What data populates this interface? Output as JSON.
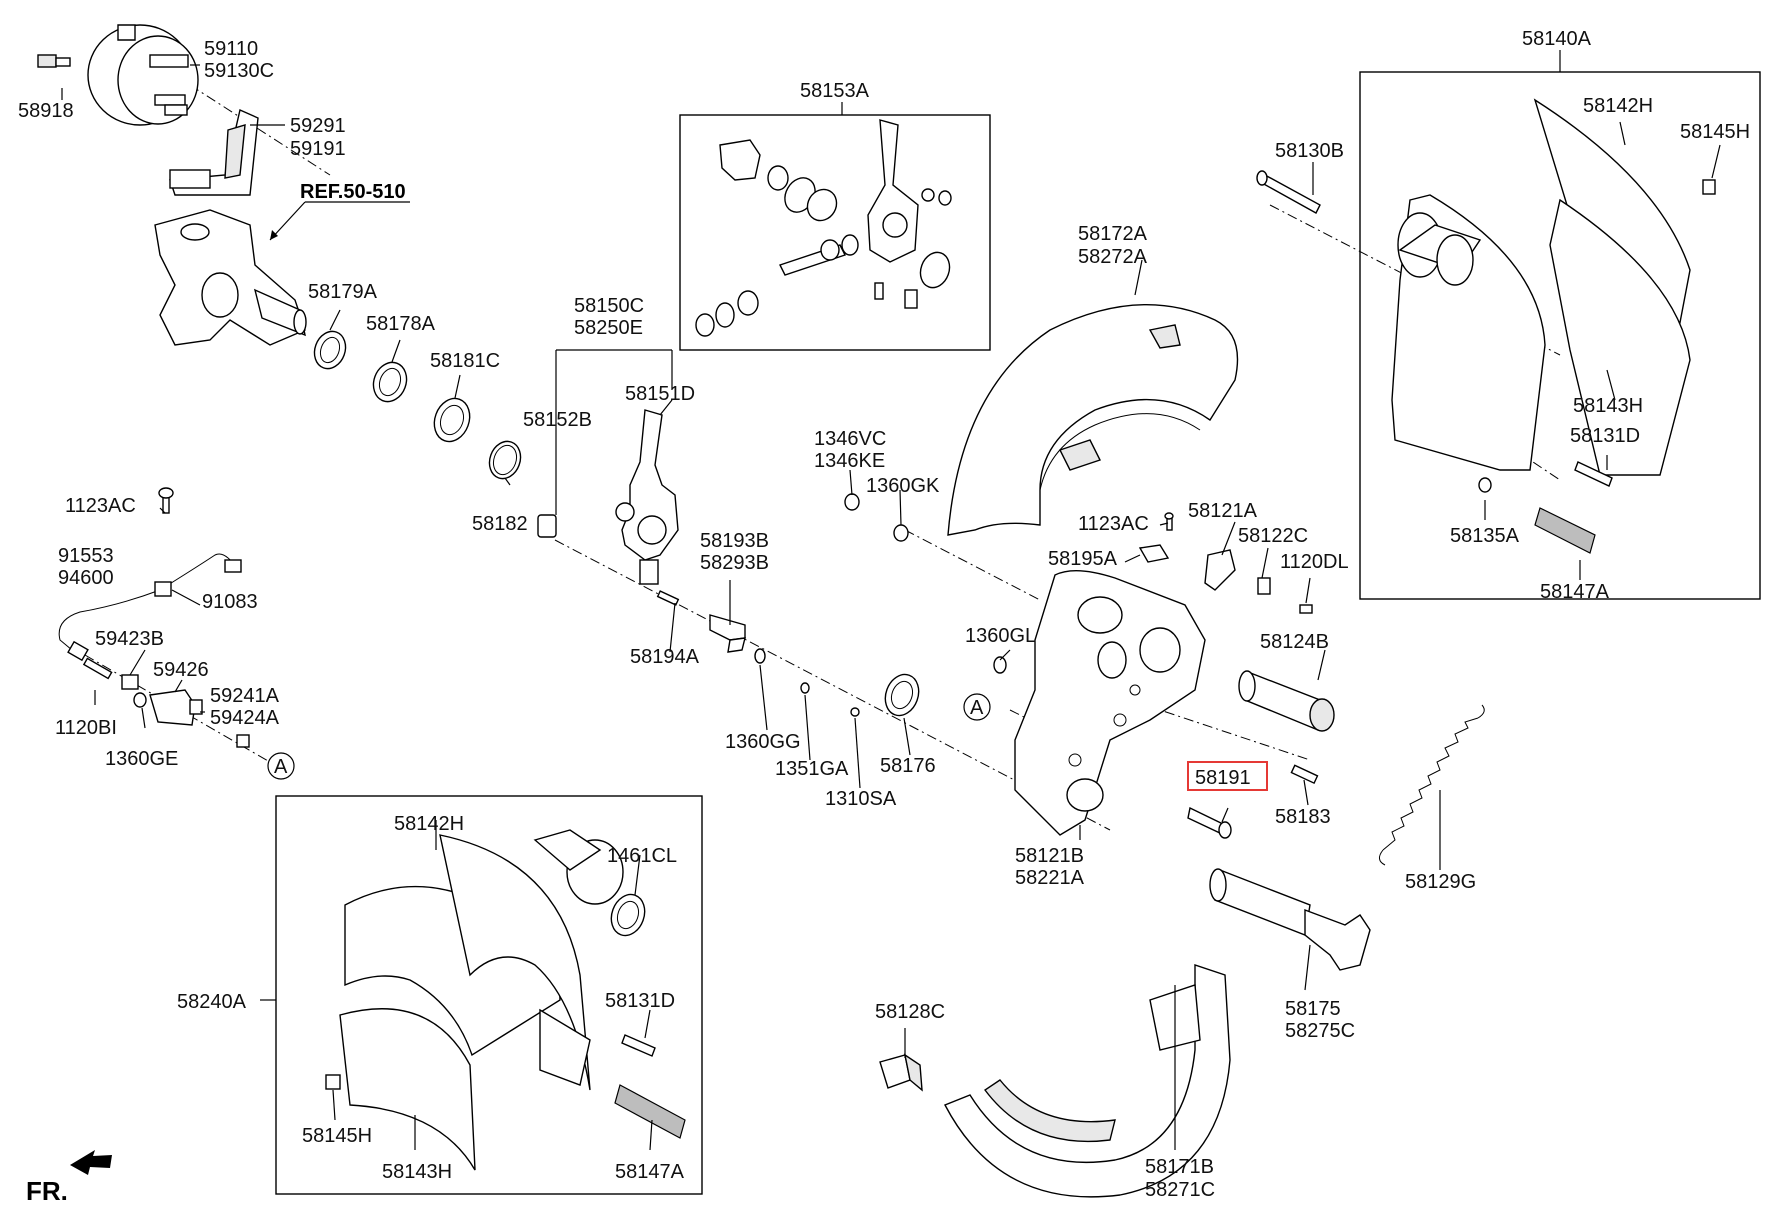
{
  "labels": {
    "p58918": "58918",
    "p59110": "59110",
    "p59130C": "59130C",
    "p59291": "59291",
    "p59191": "59191",
    "ref": "REF.50-510",
    "p58153A": "58153A",
    "p58140A": "58140A",
    "p58142H_top": "58142H",
    "p58145H_top": "58145H",
    "p58130B": "58130B",
    "p58143H_top": "58143H",
    "p58131D_top": "58131D",
    "p58135A": "58135A",
    "p58147A_top": "58147A",
    "p58172A": "58172A",
    "p58272A": "58272A",
    "p58179A": "58179A",
    "p58178A": "58178A",
    "p58181C": "58181C",
    "p58182": "58182",
    "p58150C": "58150C",
    "p58250E": "58250E",
    "p58151D": "58151D",
    "p58152B": "58152B",
    "p1346VC": "1346VC",
    "p1346KE": "1346KE",
    "p1360GK": "1360GK",
    "p1123AC_mid": "1123AC",
    "p58121A": "58121A",
    "p58122C": "58122C",
    "p1120DL": "1120DL",
    "p58195A": "58195A",
    "p1123AC_left": "1123AC",
    "p91553": "91553",
    "p94600": "94600",
    "p91083": "91083",
    "p59423B": "59423B",
    "p59426": "59426",
    "p59241A": "59241A",
    "p59424A": "59424A",
    "p1120BI": "1120BI",
    "p1360GE": "1360GE",
    "p58193B": "58193B",
    "p58293B": "58293B",
    "p58194A": "58194A",
    "p1360GL": "1360GL",
    "p58124B": "58124B",
    "p1360GG": "1360GG",
    "p1351GA": "1351GA",
    "p1310SA": "1310SA",
    "p58176": "58176",
    "p58191": "58191",
    "p58183": "58183",
    "p58121B": "58121B",
    "p58221A": "58221A",
    "p58129G": "58129G",
    "p58142H_bot": "58142H",
    "p1461CL": "1461CL",
    "p58240A": "58240A",
    "p58131D_bot": "58131D",
    "p58145H_bot": "58145H",
    "p58143H_bot": "58143H",
    "p58147A_bot": "58147A",
    "p58128C": "58128C",
    "p58175": "58175",
    "p58275C": "58275C",
    "p58171B": "58171B",
    "p58271C": "58271C",
    "circleA_left": "A",
    "circleA_mid": "A",
    "fr": "FR."
  },
  "highlight": {
    "part": "58191",
    "color": "#e53935"
  }
}
